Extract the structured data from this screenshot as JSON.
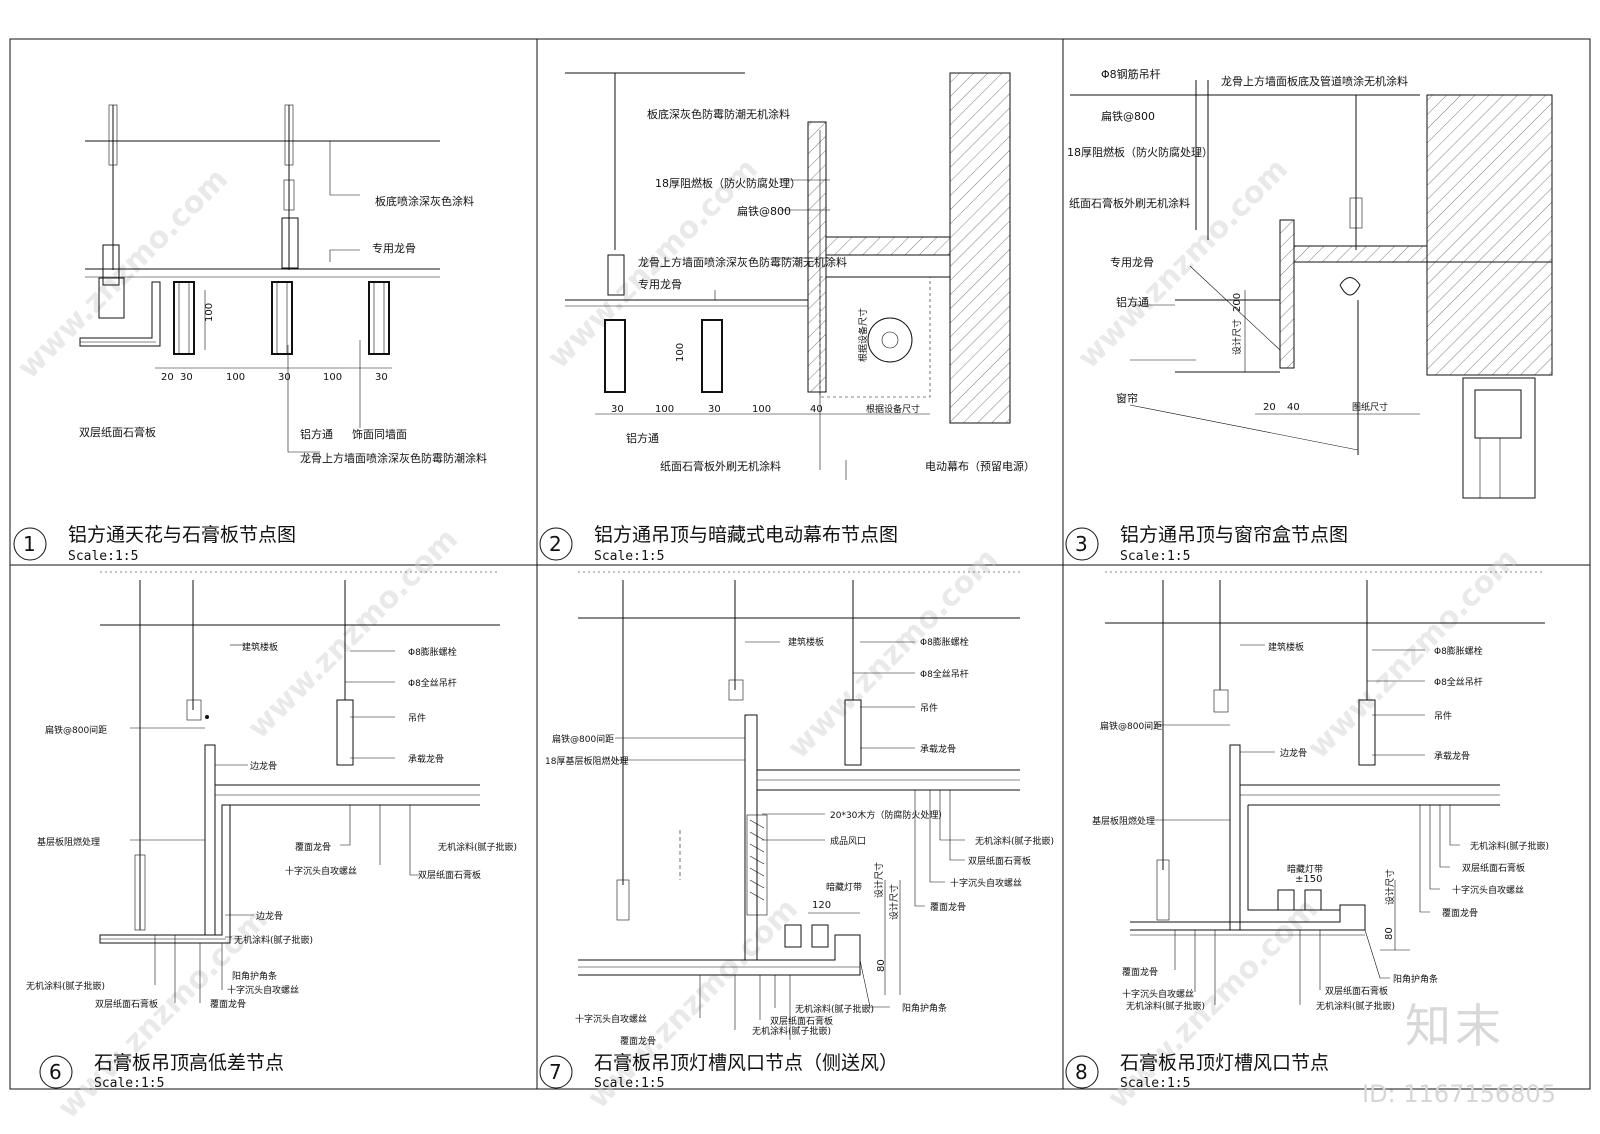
{
  "panels": [
    {
      "num": "1",
      "title": "铝方通天花与石膏板节点图",
      "scale": "Scale:1:5"
    },
    {
      "num": "2",
      "title": "铝方通吊顶与暗藏式电动幕布节点图",
      "scale": "Scale:1:5"
    },
    {
      "num": "3",
      "title": "铝方通吊顶与窗帘盒节点图",
      "scale": "Scale:1:5"
    },
    {
      "num": "6",
      "title": "石膏板吊顶高低差节点",
      "scale": "Scale:1:5"
    },
    {
      "num": "7",
      "title": "石膏板吊顶灯槽风口节点（侧送风）",
      "scale": "Scale:1:5"
    },
    {
      "num": "8",
      "title": "石膏板吊顶灯槽风口节点",
      "scale": "Scale:1:5"
    }
  ],
  "p1": {
    "labels": {
      "a": "板底喷涂深灰色涂料",
      "b": "专用龙骨",
      "c": "双层纸面石膏板",
      "d": "铝方通",
      "e": "饰面同墙面",
      "f": "龙骨上方墙面喷涂深灰色防霉防潮涂料"
    },
    "dims": {
      "d20": "20",
      "d30a": "30",
      "d100a": "100",
      "d30b": "30",
      "d100b": "100",
      "d30c": "30",
      "dv100": "100"
    }
  },
  "p2": {
    "labels": {
      "a": "板底深灰色防霉防潮无机涂料",
      "b": "18厚阻燃板（防火防腐处理）",
      "c": "扁铁@800",
      "d": "龙骨上方墙面喷涂深灰色防霉防潮无机涂料",
      "e": "专用龙骨",
      "f": "铝方通",
      "g": "纸面石膏板外刷无机涂料",
      "h": "电动幕布（预留电源）",
      "i": "根据设备尺寸",
      "j": "根据设备尺寸"
    },
    "dims": {
      "d30a": "30",
      "d100a": "100",
      "d30b": "30",
      "d100b": "100",
      "d40": "40",
      "dv100": "100"
    }
  },
  "p3": {
    "labels": {
      "a": "Φ8钢筋吊杆",
      "b": "龙骨上方墙面板底及管道喷涂无机涂料",
      "c": "扁铁@800",
      "d": "18厚阻燃板（防火防腐处理）",
      "e": "纸面石膏板外刷无机涂料",
      "f": "专用龙骨",
      "g": "铝方通",
      "h": "窗帘",
      "i": "设计尺寸",
      "j": "图纸尺寸"
    },
    "dims": {
      "d20": "20",
      "d40": "40",
      "dv200": "200"
    }
  },
  "p6": {
    "labels": {
      "a": "建筑楼板",
      "b": "Φ8膨胀螺栓",
      "c": "Φ8全丝吊杆",
      "d": "吊件",
      "e": "扁铁@800间距",
      "f": "承载龙骨",
      "g": "边龙骨",
      "h": "基层板阻燃处理",
      "i": "覆面龙骨",
      "j": "无机涂料(腻子批嵌)",
      "k": "十字沉头自攻螺丝",
      "l": "双层纸面石膏板",
      "m": "边龙骨",
      "n": "无机涂料(腻子批嵌)",
      "o": "阳角护角条",
      "p": "十字沉头自攻螺丝",
      "q": "无机涂料(腻子批嵌)",
      "r": "双层纸面石膏板",
      "s": "覆面龙骨"
    }
  },
  "p7": {
    "labels": {
      "a": "建筑楼板",
      "b": "Φ8膨胀螺栓",
      "c": "Φ8全丝吊杆",
      "d": "吊件",
      "e": "扁铁@800间距",
      "f": "18厚基层板阻燃处理",
      "g": "承载龙骨",
      "h": "20*30木方（防腐防火处理）",
      "i": "成品风口",
      "j": "无机涂料(腻子批嵌)",
      "k": "双层纸面石膏板",
      "l": "十字沉头自攻螺丝",
      "m": "覆面龙骨",
      "n": "暗藏灯带",
      "o": "设计尺寸",
      "p": "设计尺寸",
      "q": "阳角护角条",
      "r": "无机涂料(腻子批嵌)",
      "s": "双层纸面石膏板",
      "t": "无机涂料(腻子批嵌)",
      "u": "十字沉头自攻螺丝",
      "v": "覆面龙骨"
    },
    "dims": {
      "d120": "120",
      "d80": "80"
    }
  },
  "p8": {
    "labels": {
      "a": "建筑楼板",
      "b": "Φ8膨胀螺栓",
      "c": "Φ8全丝吊杆",
      "d": "吊件",
      "e": "扁铁@800间距",
      "f": "承载龙骨",
      "g": "边龙骨",
      "h": "基层板阻燃处理",
      "i": "无机涂料(腻子批嵌)",
      "j": "双层纸面石膏板",
      "k": "十字沉头自攻螺丝",
      "l": "覆面龙骨",
      "m": "暗藏灯带",
      "n": "设计尺寸",
      "o": "覆面龙骨",
      "p": "十字沉头自攻螺丝",
      "q": "无机涂料(腻子批嵌)",
      "r": "阳角护角条",
      "s": "双层纸面石膏板",
      "t": "无机涂料(腻子批嵌)"
    },
    "dims": {
      "d150": "±150",
      "d80": "80"
    }
  },
  "watermark": {
    "url": "www.znzmo.com",
    "brand": "知末",
    "id": "ID: 1167156805"
  }
}
